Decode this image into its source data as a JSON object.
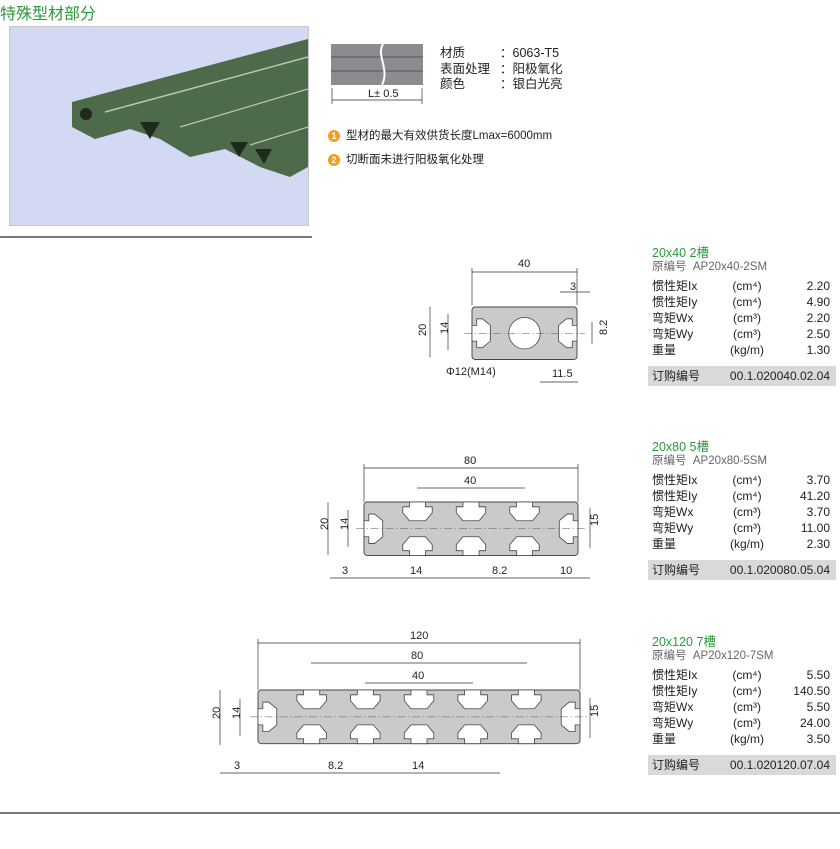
{
  "page_title": "特殊型材部分",
  "material": {
    "rows": [
      {
        "label": "材质",
        "value": "6063-T5"
      },
      {
        "label": "表面处理",
        "value": "阳极氧化"
      },
      {
        "label": "颜色",
        "value": "银白光亮"
      }
    ],
    "length_tolerance": "L± 0.5"
  },
  "notes": [
    {
      "num": "1",
      "text": "型材的最大有效供货长度Lmax=6000mm"
    },
    {
      "num": "2",
      "text": "切断面未进行阳极氧化处理"
    }
  ],
  "colors": {
    "accent": "#2a9a3a",
    "badge": "#f0a020",
    "profile": "#c9cbca",
    "photo_bg": "#d3d9f3",
    "profile_photo": "#4d6a4a"
  },
  "products": [
    {
      "name": "20x40 2槽",
      "orig_label": "原编号",
      "orig": "AP20x40-2SM",
      "specs": [
        {
          "label": "惯性矩Ix",
          "unit": "(cm⁴)",
          "value": "2.20"
        },
        {
          "label": "惯性矩Iy",
          "unit": "(cm⁴)",
          "value": "4.90"
        },
        {
          "label": "弯矩Wx",
          "unit": "(cm³)",
          "value": "2.20"
        },
        {
          "label": "弯矩Wy",
          "unit": "(cm³)",
          "value": "2.50"
        },
        {
          "label": "重量",
          "unit": "(kg/m)",
          "value": "1.30"
        }
      ],
      "order_label": "订购编号",
      "order": "00.1.020040.02.04",
      "dims": {
        "w": "40",
        "slot": "3",
        "h": "20",
        "in": "14",
        "s": "8.2",
        "hole": "Φ12(M14)",
        "off": "11.5"
      }
    },
    {
      "name": "20x80 5槽",
      "orig_label": "原编号",
      "orig": "AP20x80-5SM",
      "specs": [
        {
          "label": "惯性矩Ix",
          "unit": "(cm⁴)",
          "value": "3.70"
        },
        {
          "label": "惯性矩Iy",
          "unit": "(cm⁴)",
          "value": "41.20"
        },
        {
          "label": "弯矩Wx",
          "unit": "(cm³)",
          "value": "3.70"
        },
        {
          "label": "弯矩Wy",
          "unit": "(cm³)",
          "value": "11.00"
        },
        {
          "label": "重量",
          "unit": "(kg/m)",
          "value": "2.30"
        }
      ],
      "order_label": "订购编号",
      "order": "00.1.020080.05.04",
      "dims": {
        "w": "80",
        "w2": "40",
        "h": "20",
        "in": "14",
        "r": "15",
        "a": "3",
        "b": "14",
        "c": "8.2",
        "d": "10"
      }
    },
    {
      "name": "20x120 7槽",
      "orig_label": "原编号",
      "orig": "AP20x120-7SM",
      "specs": [
        {
          "label": "惯性矩Ix",
          "unit": "(cm⁴)",
          "value": "5.50"
        },
        {
          "label": "惯性矩Iy",
          "unit": "(cm⁴)",
          "value": "140.50"
        },
        {
          "label": "弯矩Wx",
          "unit": "(cm³)",
          "value": "5.50"
        },
        {
          "label": "弯矩Wy",
          "unit": "(cm³)",
          "value": "24.00"
        },
        {
          "label": "重量",
          "unit": "(kg/m)",
          "value": "3.50"
        }
      ],
      "order_label": "订购编号",
      "order": "00.1.020120.07.04",
      "dims": {
        "w": "120",
        "w2": "80",
        "w3": "40",
        "h": "20",
        "in": "14",
        "r": "15",
        "a": "3",
        "c": "8.2",
        "b": "14"
      }
    }
  ]
}
